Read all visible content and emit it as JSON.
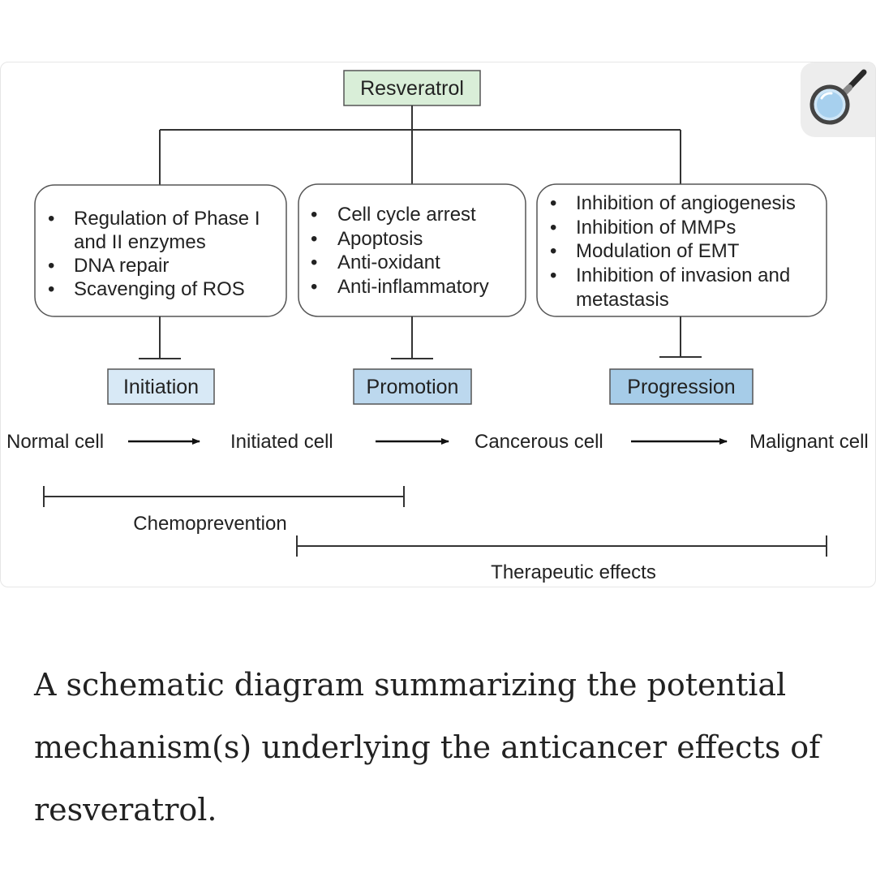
{
  "diagram": {
    "root": "Resveratrol",
    "mechanism_boxes": [
      {
        "bullets": [
          "Regulation of Phase I",
          "DNA repair",
          "Scavenging of ROS"
        ],
        "continuation": "and II enzymes"
      },
      {
        "bullets": [
          "Cell cycle arrest",
          "Apoptosis",
          "Anti-oxidant",
          "Anti-inflammatory"
        ]
      },
      {
        "bullets": [
          "Inhibition of angiogenesis",
          "Inhibition of MMPs",
          "Modulation of EMT",
          "Inhibition of invasion and"
        ],
        "continuation": "metastasis"
      }
    ],
    "stages": [
      "Initiation",
      "Promotion",
      "Progression"
    ],
    "stage_colors": [
      "#d8e9f6",
      "#bcd8ee",
      "#a6cce8"
    ],
    "root_color": "#d9eed8",
    "cells": [
      "Normal cell",
      "Initiated cell",
      "Cancerous cell",
      "Malignant cell"
    ],
    "ranges": [
      "Chemoprevention",
      "Therapeutic effects"
    ],
    "bullet_symbol": "•"
  },
  "caption": "A schematic diagram summarizing the potential mechanism(s) underlying the anticancer effects of resveratrol.",
  "icons": {
    "zoom": "magnifier-icon"
  }
}
